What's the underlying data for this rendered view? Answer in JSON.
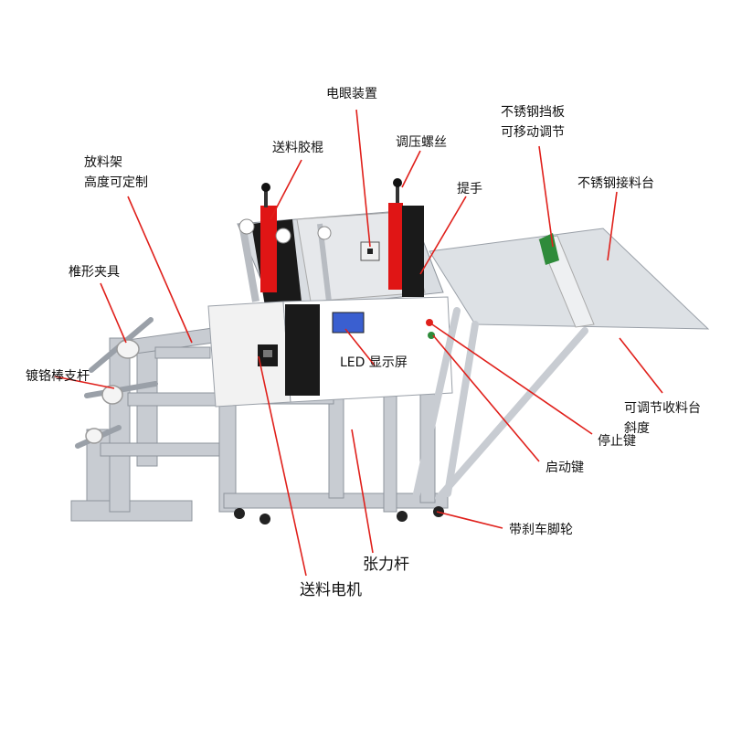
{
  "labels": {
    "photo_eye": "电眼装置",
    "pressure_screw": "调压螺丝",
    "feed_roller": "送料胶棍",
    "ss_baffle_1": "不锈钢挡板",
    "ss_baffle_2": "可移动调节",
    "ss_table": "不锈钢接料台",
    "rack_1": "放料架",
    "rack_2": "高度可定制",
    "handle": "提手",
    "cone_clamp": "椎形夹具",
    "chrome_rod": "镀铬棒支杆",
    "led_screen": "LED 显示屏",
    "adj_table_1": "可调节收料台",
    "adj_table_2": "斜度",
    "stop_key": "停止键",
    "start_key": "启动键",
    "brake_caster": "带刹车脚轮",
    "tension_rod": "张力杆",
    "feed_motor": "送料电机"
  },
  "colors": {
    "leader": "#e0201b",
    "roller_red": "#e01515",
    "panel": "#f2f2f2",
    "frame": "#c8ccd2",
    "frame_dark": "#8e949c",
    "black": "#1a1a1a",
    "lcd": "#3a5fd0",
    "green": "#2e8b3a"
  }
}
